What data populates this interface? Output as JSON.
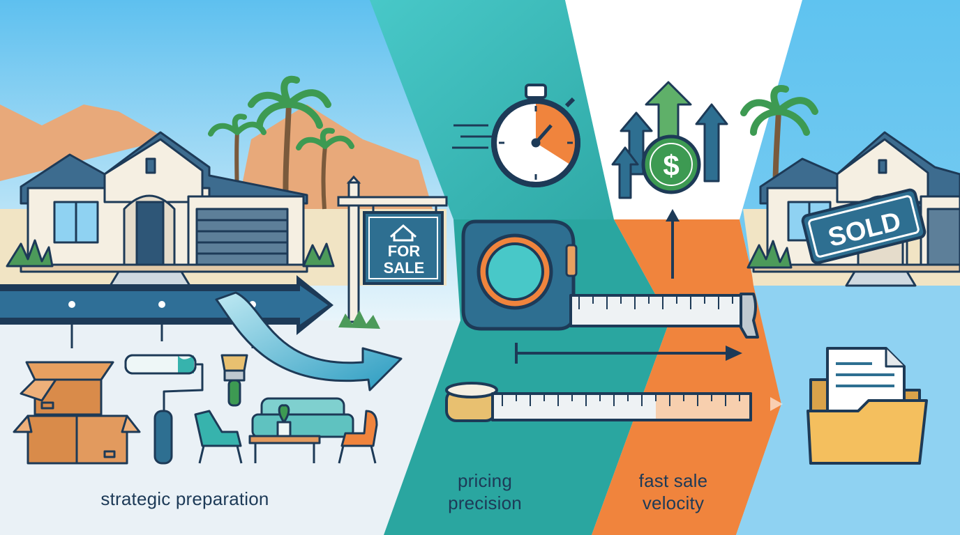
{
  "signs": {
    "for_sale_line1": "FOR",
    "for_sale_line2": "SALE",
    "sold": "SOLD",
    "dollar": "$"
  },
  "captions": {
    "preparation": "strategic preparation",
    "pricing_line1": "pricing",
    "pricing_line2": "precision",
    "fast_line1": "fast sale",
    "fast_line2": "velocity"
  },
  "colors": {
    "navy": "#1d3a57",
    "teal": "#37b3ad",
    "orange": "#f0843d",
    "sky": "#74c6ee",
    "green": "#3d9a52",
    "sand": "#f1e4c4"
  }
}
